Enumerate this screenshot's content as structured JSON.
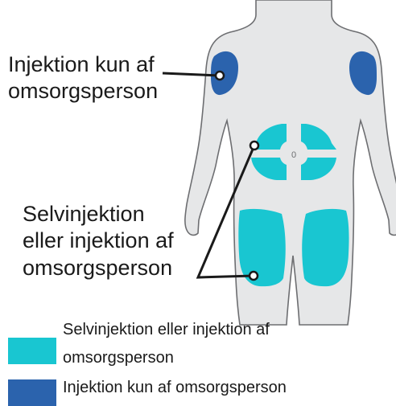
{
  "callouts": {
    "caregiver_only": [
      "Injektion kun af",
      "omsorgsperson"
    ],
    "self_or_caregiver": [
      "Selvinjektion",
      "eller injektion af",
      "omsorgsperson"
    ]
  },
  "navel_mark": "0",
  "legend": {
    "items": [
      {
        "lines": [
          "Selvinjektion eller injektion af",
          "omsorgsperson"
        ],
        "color": "#19c6d1"
      },
      {
        "lines": [
          "Injektion kun af omsorgsperson"
        ],
        "color": "#2b63ad"
      }
    ]
  },
  "colors": {
    "body_fill": "#e6e7e8",
    "body_outline": "#6d6e71",
    "self_or_caregiver_area": "#19c6d1",
    "caregiver_only_area": "#2b63ad",
    "leader_line": "#1a1a1a"
  }
}
